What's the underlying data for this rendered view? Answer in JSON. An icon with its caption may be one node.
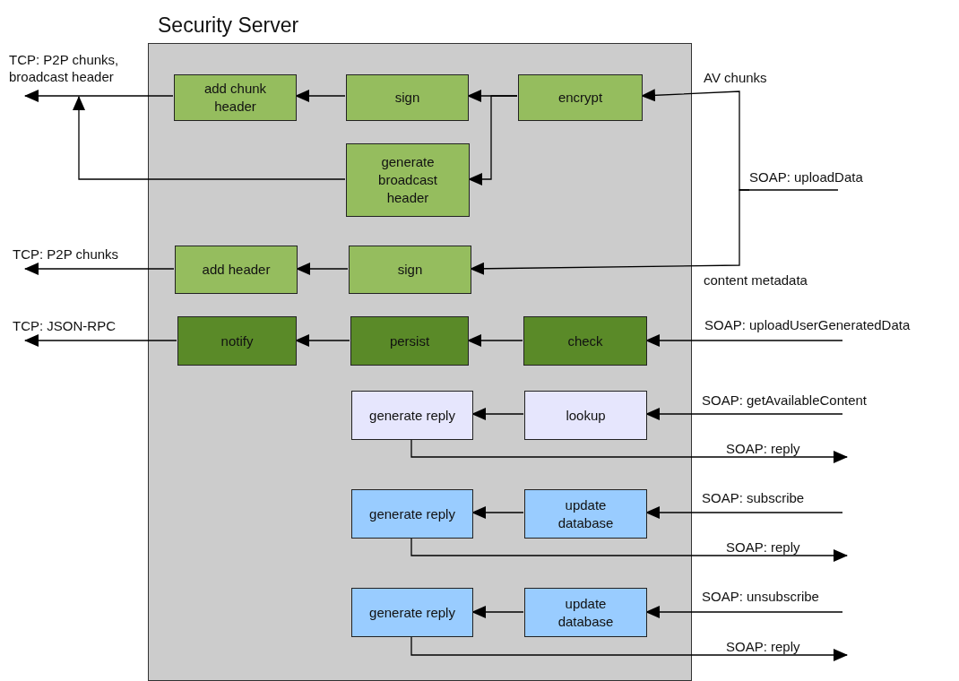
{
  "diagram": {
    "nodes": [
      {
        "text": [
          "Security Server"
        ]
      },
      {
        "text": [
          "add chunk header"
        ],
        "in": 0
      },
      {
        "text": [
          "sign"
        ],
        "in": 0
      },
      {
        "text": [
          "encrypt"
        ],
        "in": 0
      },
      {
        "text": [
          "generate broadcast header"
        ],
        "in": 0
      },
      {
        "text": [
          "add header"
        ],
        "in": 0
      },
      {
        "text": [
          "sign"
        ],
        "in": 0
      },
      {
        "text": [
          "notify"
        ],
        "in": 0
      },
      {
        "text": [
          "persist"
        ],
        "in": 0
      },
      {
        "text": [
          "check"
        ],
        "in": 0
      },
      {
        "text": [
          "generate reply"
        ],
        "in": 0
      },
      {
        "text": [
          "lookup"
        ],
        "in": 0
      },
      {
        "text": [
          "generate reply"
        ],
        "in": 0
      },
      {
        "text": [
          "update database"
        ],
        "in": 0
      },
      {
        "text": [
          "generate reply"
        ],
        "in": 0
      },
      {
        "text": [
          "update database"
        ],
        "in": 0
      },
      {
        "text": [
          "SOAP: uploadData"
        ]
      }
    ],
    "edges": [
      {
        "from": 3,
        "to": 2,
        "arrow": "to"
      },
      {
        "from": 3,
        "to": 4,
        "arrow": "to"
      },
      {
        "from": 2,
        "to": 1,
        "arrow": "to"
      },
      {
        "from": 1,
        "to": null,
        "arrow": "to",
        "label": "TCP: P2P chunks, broadcast header"
      },
      {
        "from": 4,
        "to": null,
        "arrow": "to"
      },
      {
        "from": 16,
        "to": 3,
        "arrow": "to",
        "label": "AV chunks"
      },
      {
        "from": 16,
        "to": 6,
        "arrow": "to",
        "label": "content metadata"
      },
      {
        "from": 6,
        "to": 5,
        "arrow": "to"
      },
      {
        "from": 5,
        "to": null,
        "arrow": "to",
        "label": "TCP: P2P chunks"
      },
      {
        "from": null,
        "to": 9,
        "arrow": "to",
        "label": "SOAP: uploadUserGeneratedData"
      },
      {
        "from": 9,
        "to": 8,
        "arrow": "to"
      },
      {
        "from": 8,
        "to": 7,
        "arrow": "to"
      },
      {
        "from": 7,
        "to": null,
        "arrow": "to",
        "label": "TCP: JSON-RPC"
      },
      {
        "from": null,
        "to": 11,
        "arrow": "to",
        "label": "SOAP: getAvailableContent"
      },
      {
        "from": 11,
        "to": 10,
        "arrow": "to"
      },
      {
        "from": 10,
        "to": null,
        "arrow": "to",
        "label": "SOAP: reply"
      },
      {
        "from": null,
        "to": 13,
        "arrow": "to",
        "label": "SOAP: subscribe"
      },
      {
        "from": 13,
        "to": 12,
        "arrow": "to"
      },
      {
        "from": 12,
        "to": null,
        "arrow": "to",
        "label": "SOAP: reply"
      },
      {
        "from": null,
        "to": 15,
        "arrow": "to",
        "label": "SOAP: unsubscribe"
      },
      {
        "from": 15,
        "to": 14,
        "arrow": "to"
      },
      {
        "from": 14,
        "to": null,
        "arrow": "to",
        "label": "SOAP: reply"
      }
    ]
  }
}
